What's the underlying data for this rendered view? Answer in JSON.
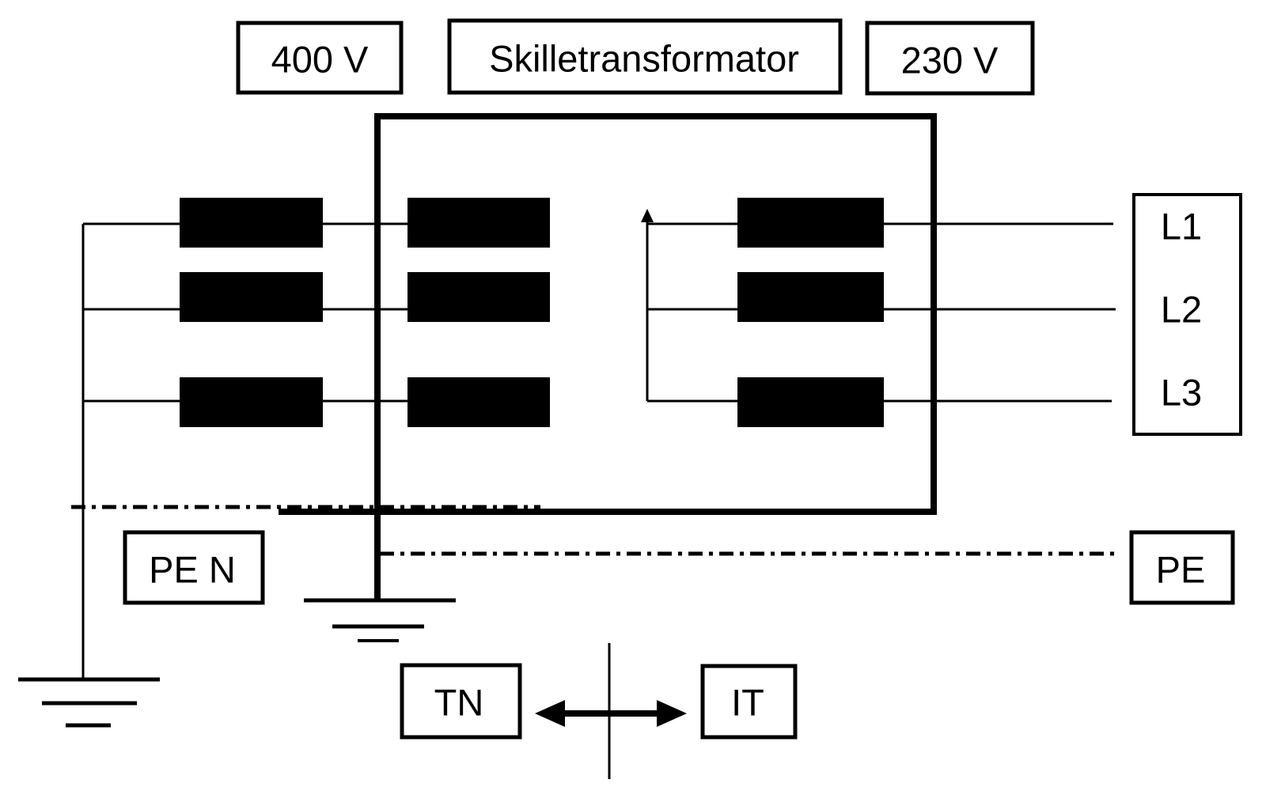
{
  "title_boxes": {
    "primary_voltage": "400 V",
    "transformer_name": "Skilletransformator",
    "secondary_voltage": "230 V"
  },
  "conductor_labels": {
    "pen": "PE N",
    "pe": "PE",
    "phases": [
      "L1",
      "L2",
      "L3"
    ]
  },
  "system_labels": {
    "left_system": "TN",
    "right_system": "IT"
  },
  "colors": {
    "line": "#000000",
    "text": "#000000",
    "winding": "#000000",
    "background": "#ffffff",
    "box_fill": "#ffffff"
  }
}
